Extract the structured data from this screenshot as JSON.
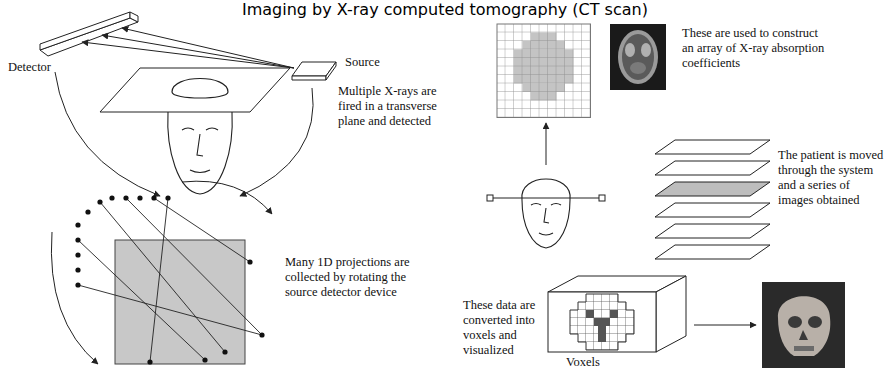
{
  "diagram": {
    "title": "Imaging by X-ray computed tomography (CT scan)",
    "labels": [
      "Detector",
      "Source",
      "Multiple X-rays are fired in a transverse plane and detected",
      "Many 1D projections are collected by rotating the source detector device",
      "These are used to construct an array of X-ray absorption coefficients",
      "The patient is moved through the system and a series of images obtained",
      "These data are converted into voxels and visualized",
      "Voxels"
    ]
  }
}
